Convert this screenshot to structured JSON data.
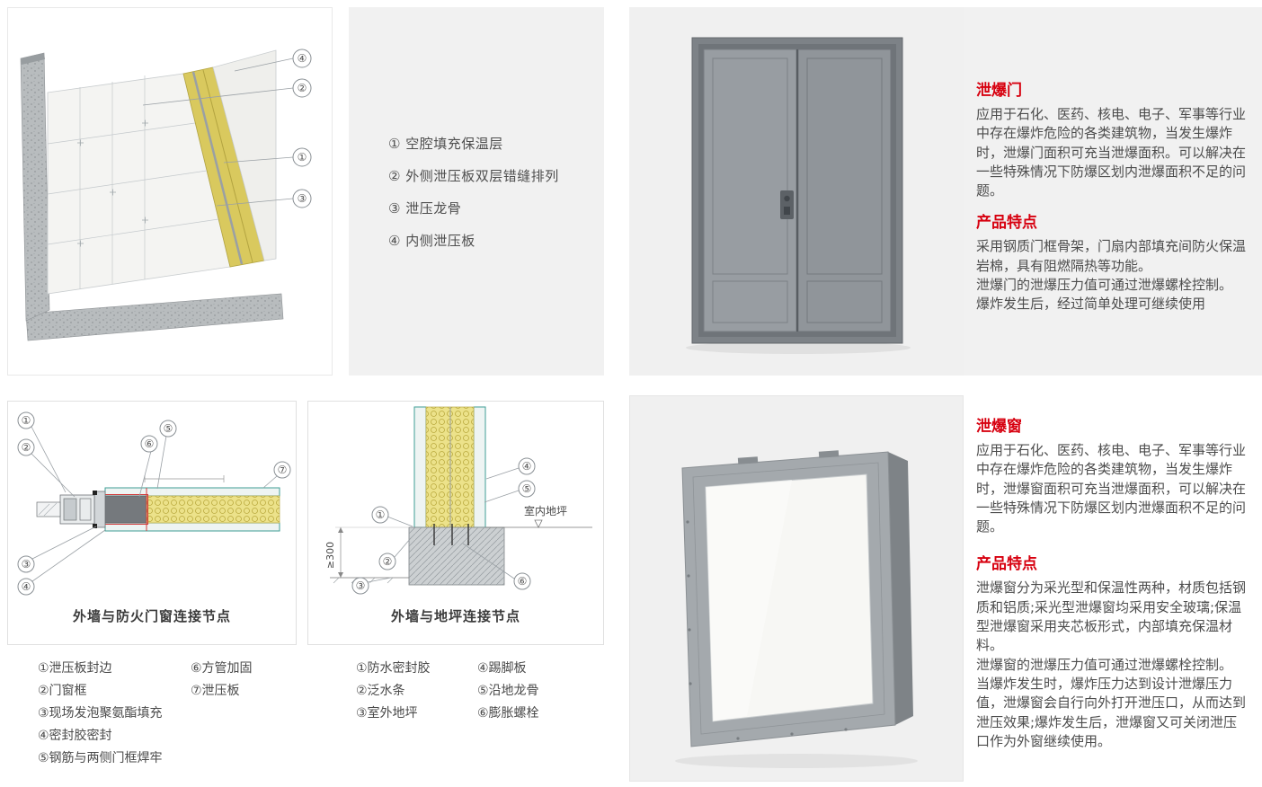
{
  "colors": {
    "accent_red": "#d7000f",
    "panel_gray": "#f1f1f1",
    "board_edge_teal": "#3f9e94",
    "insulation_yellow": "#d9c95e",
    "door_gray": "#90959a"
  },
  "wall_system": {
    "callouts": [
      "①",
      "②",
      "③",
      "④"
    ],
    "legend": [
      "① 空腔填充保温层",
      "② 外侧泄压板双层错缝排列",
      "③ 泄压龙骨",
      "④ 内侧泄压板"
    ]
  },
  "door": {
    "title": "泄爆门",
    "intro": "应用于石化、医药、核电、电子、军事等行业中存在爆炸危险的各类建筑物，当发生爆炸时，泄爆门面积可充当泄爆面积。可以解决在一些特殊情况下防爆区划内泄爆面积不足的问题。",
    "features_title": "产品特点",
    "features": [
      "采用钢质门框骨架，门扇内部填充间防火保温岩棉，具有阻燃隔热等功能。",
      "泄爆门的泄爆压力值可通过泄爆螺栓控制。",
      "爆炸发生后，经过简单处理可继续使用"
    ]
  },
  "window": {
    "title": "泄爆窗",
    "intro": "应用于石化、医药、核电、电子、军事等行业中存在爆炸危险的各类建筑物，当发生爆炸时，泄爆窗面积可充当泄爆面积，可以解决在一些特殊情况下防爆区划内泄爆面积不足的问题。",
    "features_title": "产品特点",
    "features": [
      "泄爆窗分为采光型和保温性两种，材质包括钢质和铝质;采光型泄爆窗均采用安全玻璃;保温型泄爆窗采用夹芯板形式，内部填充保温材料。",
      "泄爆窗的泄爆压力值可通过泄爆螺栓控制。",
      "当爆炸发生时，爆炸压力达到设计泄爆压力值，泄爆窗会自行向外打开泄压口，从而达到泄压效果;爆炸发生后，泄爆窗又可关闭泄压口作为外窗继续使用。"
    ]
  },
  "node_wall_door": {
    "title": "外墙与防火门窗连接节点",
    "callouts": [
      "①",
      "②",
      "③",
      "④",
      "⑤",
      "⑥",
      "⑦"
    ],
    "legend_col1": [
      "①泄压板封边",
      "②门窗框",
      "③现场发泡聚氨酯填充",
      "④密封胶密封",
      "⑤钢筋与两侧门框焊牢"
    ],
    "legend_col2": [
      "⑥方管加固",
      "⑦泄压板"
    ]
  },
  "node_wall_floor": {
    "title": "外墙与地坪连接节点",
    "callouts": [
      "①",
      "②",
      "③",
      "④",
      "⑤",
      "⑥"
    ],
    "labels": {
      "indoor_floor": "室内地坪",
      "dim": "≥300"
    },
    "legend_col1": [
      "①防水密封胶",
      "②泛水条",
      "③室外地坪"
    ],
    "legend_col2": [
      "④踢脚板",
      "⑤沿地龙骨",
      "⑥膨胀螺栓"
    ]
  }
}
